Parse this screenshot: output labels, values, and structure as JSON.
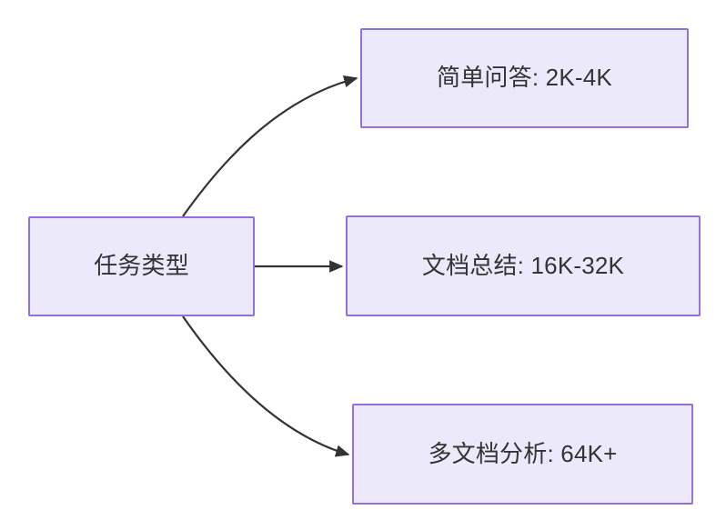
{
  "diagram": {
    "type": "flowchart",
    "direction": "left-to-right",
    "background_color": "#ffffff",
    "node_fill_color": "#ece9fb",
    "node_border_color": "#9370db",
    "node_text_color": "#333333",
    "edge_color": "#333333",
    "root": {
      "label": "任务类型"
    },
    "children": [
      {
        "label": "简单问答: 2K-4K",
        "edge_style": "curved"
      },
      {
        "label": "文档总结: 16K-32K",
        "edge_style": "straight"
      },
      {
        "label": "多文档分析: 64K+",
        "edge_style": "curved"
      }
    ]
  }
}
